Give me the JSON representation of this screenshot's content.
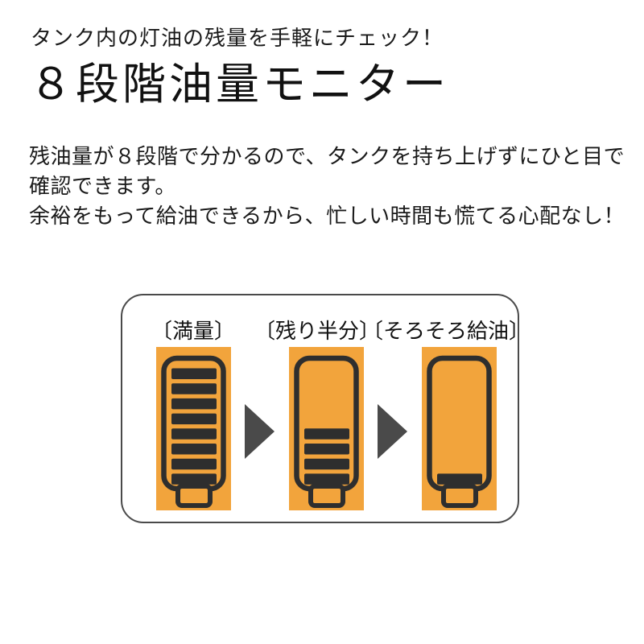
{
  "page": {
    "background": "#ffffff",
    "text_color": "#1a1a1a"
  },
  "header": {
    "tagline": "タンク内の灯油の残量を手軽にチェック！",
    "title": "８段階油量モニター"
  },
  "description": {
    "lines": [
      "残油量が８段階で分かるので、タンクを持ち上げずにひと目で",
      "確認できます。",
      "余裕をもって給油できるから、忙しい時間も慌てる心配なし！"
    ]
  },
  "diagram": {
    "levels_total": 8,
    "tanks": [
      {
        "label": "〔満量〕",
        "state": "full",
        "bars": 8
      },
      {
        "label": "〔残り半分〕",
        "state": "half",
        "bars": 4
      },
      {
        "label": "〔そろそろ給油〕",
        "state": "refuel-soon",
        "bars": 1
      }
    ],
    "arrow_icon": "triangle-right",
    "colors": {
      "tank_fill": "#F2A43C",
      "tank_outline": "#2E2E2E",
      "bar": "#2E2E2E",
      "arrow": "#4A4A4A",
      "box_border": "#4A4A4A"
    }
  }
}
